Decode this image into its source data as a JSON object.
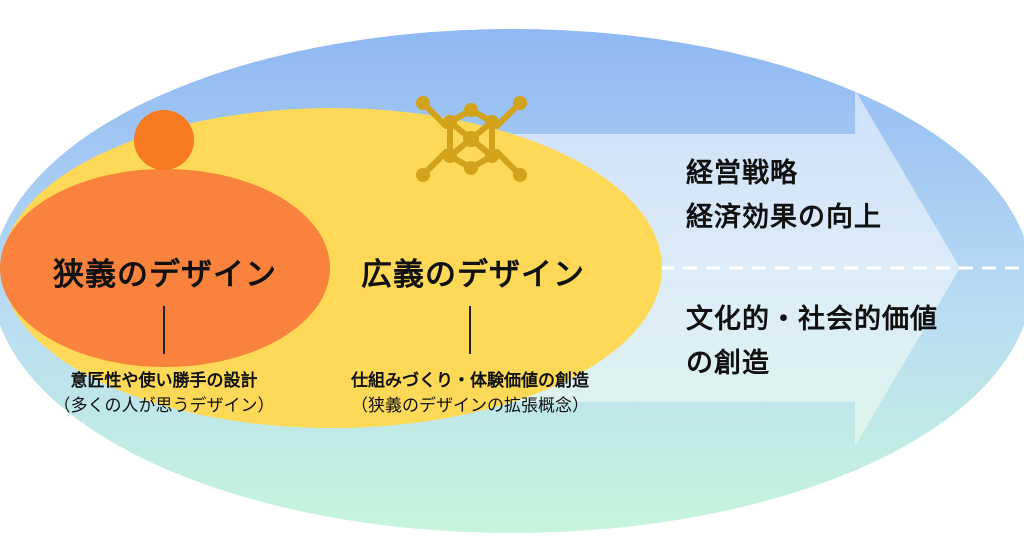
{
  "narrow": {
    "title": "狭義のデザイン",
    "desc": "意匠性や使い勝手の設計",
    "note": "（多くの人が思うデザイン）"
  },
  "broad": {
    "title": "広義のデザイン",
    "desc": "仕組みづくり・体験価値の創造",
    "note": "（狭義のデザインの拡張概念）"
  },
  "outcomes": {
    "upper_line1": "経営戦略",
    "upper_line2": "経済効果の向上",
    "lower_line1": "文化的・社会的価値",
    "lower_line2": "の創造"
  },
  "colors": {
    "outer_top": "#8fb8f3",
    "outer_bottom": "#c6f5dc",
    "yellow": "#fdd957",
    "orange_ellipse": "#f9823c",
    "orange_circle": "#f77a20",
    "molecule": "#d1a21a"
  },
  "icons": {
    "narrow": "circle-icon",
    "broad": "molecule-network-icon"
  }
}
